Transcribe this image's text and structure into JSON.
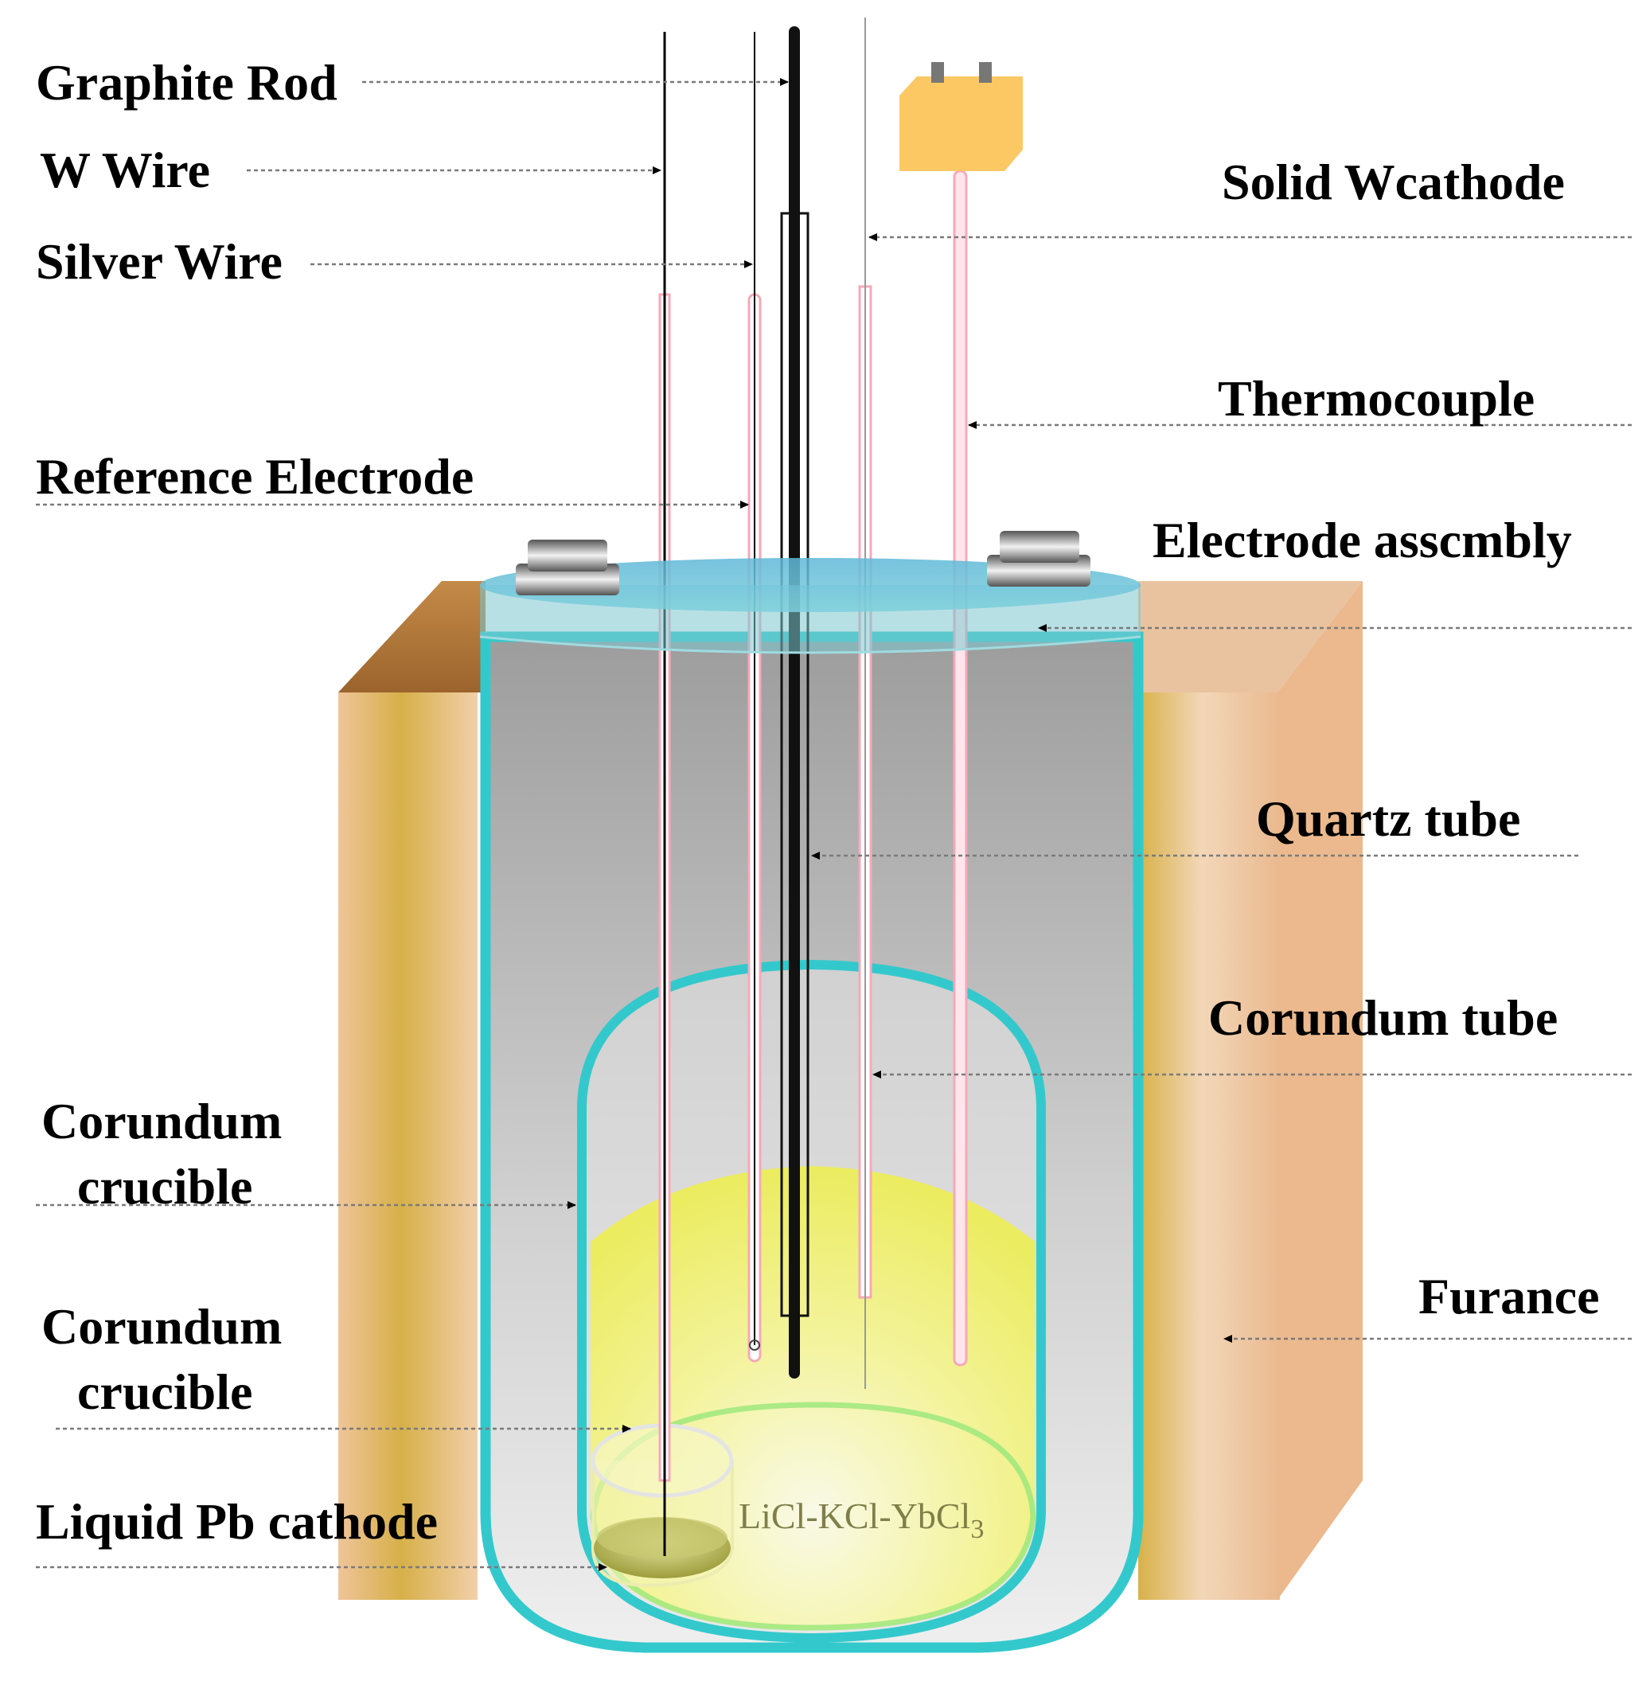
{
  "labels": {
    "graphite_rod": "Graphite Rod",
    "w_wire": "W Wire",
    "silver_wire": "Silver Wire",
    "reference_electrode": "Reference Electrode",
    "solid_w_cathode": "Solid Wcathode",
    "thermocouple": "Thermocouple",
    "electrode_assembly": "Electrode asscmbly",
    "quartz_tube": "Quartz tube",
    "corundum_tube": "Corundum tube",
    "corundum_crucible_1_line1": "Corundum",
    "corundum_crucible_1_line2": "crucible",
    "corundum_crucible_2_line1": "Corundum",
    "corundum_crucible_2_line2": "crucible",
    "furance": "Furance",
    "liquid_pb_cathode": "Liquid Pb cathode",
    "salt_main": "LiCl-KCl-YbCl",
    "salt_sub": "3"
  },
  "colors": {
    "quartz_outline": "#33c9cc",
    "furnace": "#e8b98d",
    "furnace_dark": "#d9b25a",
    "melt": "#f2f36c",
    "sheath": "#f5a9b8",
    "thermocouple_head": "#fcc864",
    "graphite": "#111111"
  }
}
